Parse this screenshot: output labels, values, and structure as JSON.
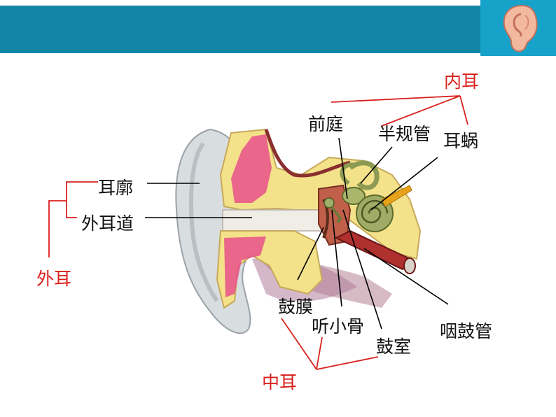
{
  "labels": {
    "inner_ear": "内耳",
    "vestibule": "前庭",
    "semicircular_canals": "半规管",
    "cochlea": "耳蜗",
    "auricle": "耳廓",
    "ear_canal": "外耳道",
    "outer_ear": "外耳",
    "eardrum": "鼓膜",
    "ossicles": "听小骨",
    "tympanic_cavity": "鼓室",
    "eustachian_tube": "咽鼓管",
    "middle_ear": "中耳"
  },
  "colors": {
    "banner": "#1386a6",
    "banner_accent": "#17a3c9",
    "group_label": "#d8201d",
    "bracket": "#d8201d",
    "bone": "#f3e28a",
    "tissue": "#e8508a"
  }
}
